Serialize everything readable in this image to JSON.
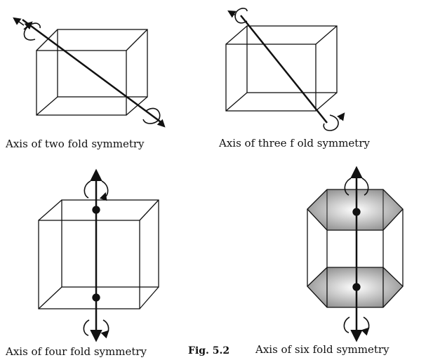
{
  "captions": {
    "two_fold": "Axis of two fold symmetry",
    "three_fold": "Axis of three f old symmetry",
    "four_fold": "Axis of four fold symmetry",
    "six_fold": "Axis of six fold symmetry"
  },
  "figure_label": "Fig. 5.2",
  "colors": {
    "line": "#111111",
    "hex_face_light": "#ffffff",
    "hex_face_dark": "#8a8a8a"
  }
}
